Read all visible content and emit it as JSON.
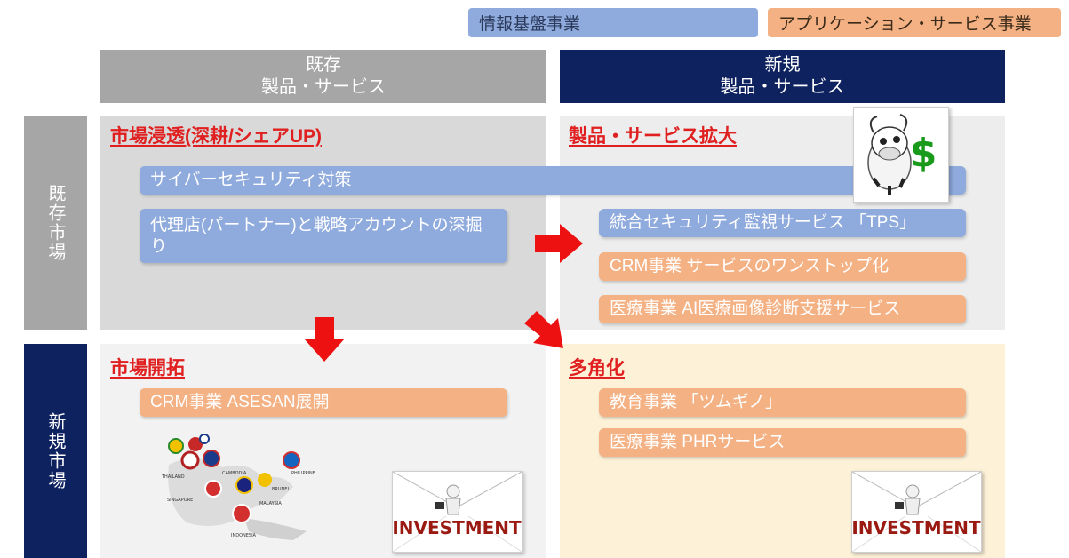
{
  "legend": {
    "infra": "情報基盤事業",
    "app": "アプリケーション・サービス事業"
  },
  "columns": {
    "existing": {
      "line1": "既存",
      "line2": "製品・サービス"
    },
    "new": {
      "line1": "新規",
      "line2": "製品・サービス"
    }
  },
  "rows": {
    "existing": "既存市場",
    "new": "新規市場"
  },
  "quadrants": {
    "penetration": {
      "title": "市場浸透(深耕/シェアUP)"
    },
    "product_expansion": {
      "title": "製品・サービス拡大"
    },
    "market_development": {
      "title": "市場開拓"
    },
    "diversification": {
      "title": "多角化"
    }
  },
  "items": {
    "cyber": "サイバーセキュリティ対策",
    "agency": "代理店(パートナー)と戦略アカウントの深掘り",
    "tps": "統合セキュリティ監視サービス 「TPS」",
    "crm_onestop": "CRM事業 サービスのワンストップ化",
    "medical_ai": "医療事業 AI医療画像診断支援サービス",
    "crm_asean": "CRM事業 ASESAN展開",
    "education": "教育事業 「ツムギノ」",
    "phr": "医療事業 PHRサービス"
  },
  "images": {
    "investment_text": "INVESTMENT",
    "map_labels": [
      "THAILAND",
      "CAMBODIA",
      "PHILIPPINE",
      "SINGAPORE",
      "MALAYSIA",
      "BRUNEI",
      "INDONESIA"
    ]
  },
  "colors": {
    "blue": "#8faadc",
    "orange": "#f4b183",
    "navy": "#0f2260",
    "gray": "#a6a6a6",
    "arrow": "#ee1111",
    "title_red": "#e02020"
  }
}
